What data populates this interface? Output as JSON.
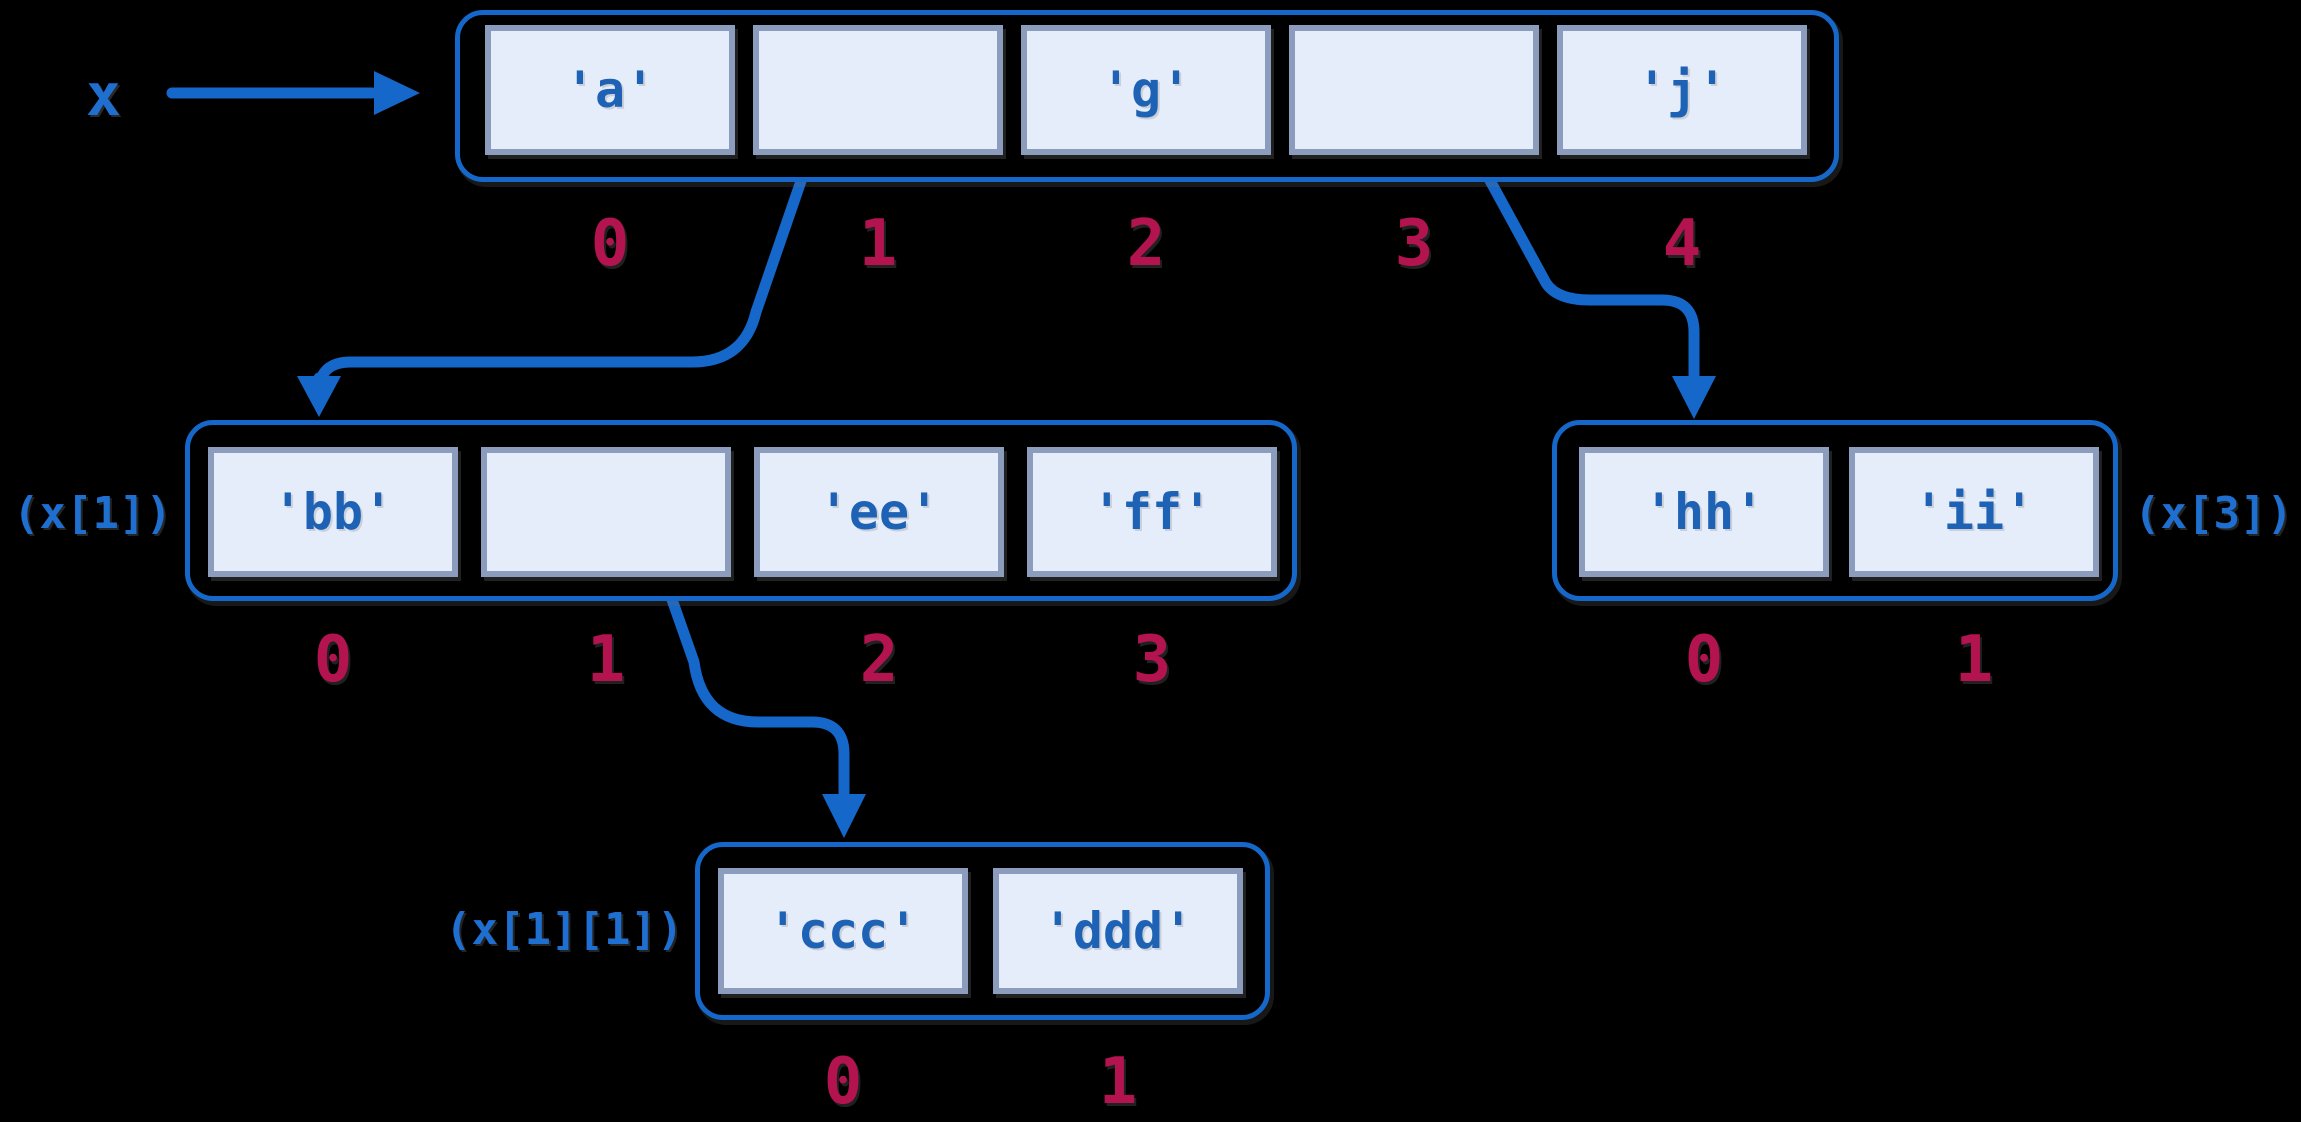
{
  "diagram_title": "nested list reference diagram",
  "variable": {
    "name": "x"
  },
  "colors": {
    "background": "#000000",
    "arrow_blue": "#1667ca",
    "container_border": "#1568c9",
    "cell_fill": "#e6edfa",
    "cell_border": "#8b9cbc",
    "cell_text": "#1d62b4",
    "index_text": "#b3134f",
    "label_text": "#1e6fd0"
  },
  "lists": [
    {
      "name": "x",
      "label": "",
      "cells": [
        "'a'",
        "",
        "'g'",
        "",
        "'j'"
      ],
      "indices": [
        "0",
        "1",
        "2",
        "3",
        "4"
      ]
    },
    {
      "name": "x[1]",
      "label": "(x[1])",
      "label_side": "left",
      "cells": [
        "'bb'",
        "",
        "'ee'",
        "'ff'"
      ],
      "indices": [
        "0",
        "1",
        "2",
        "3"
      ]
    },
    {
      "name": "x[3]",
      "label": "(x[3])",
      "label_side": "right",
      "cells": [
        "'hh'",
        "'ii'"
      ],
      "indices": [
        "0",
        "1"
      ]
    },
    {
      "name": "x[1][1]",
      "label": "(x[1][1])",
      "label_side": "left",
      "cells": [
        "'ccc'",
        "'ddd'"
      ],
      "indices": [
        "0",
        "1"
      ]
    }
  ]
}
